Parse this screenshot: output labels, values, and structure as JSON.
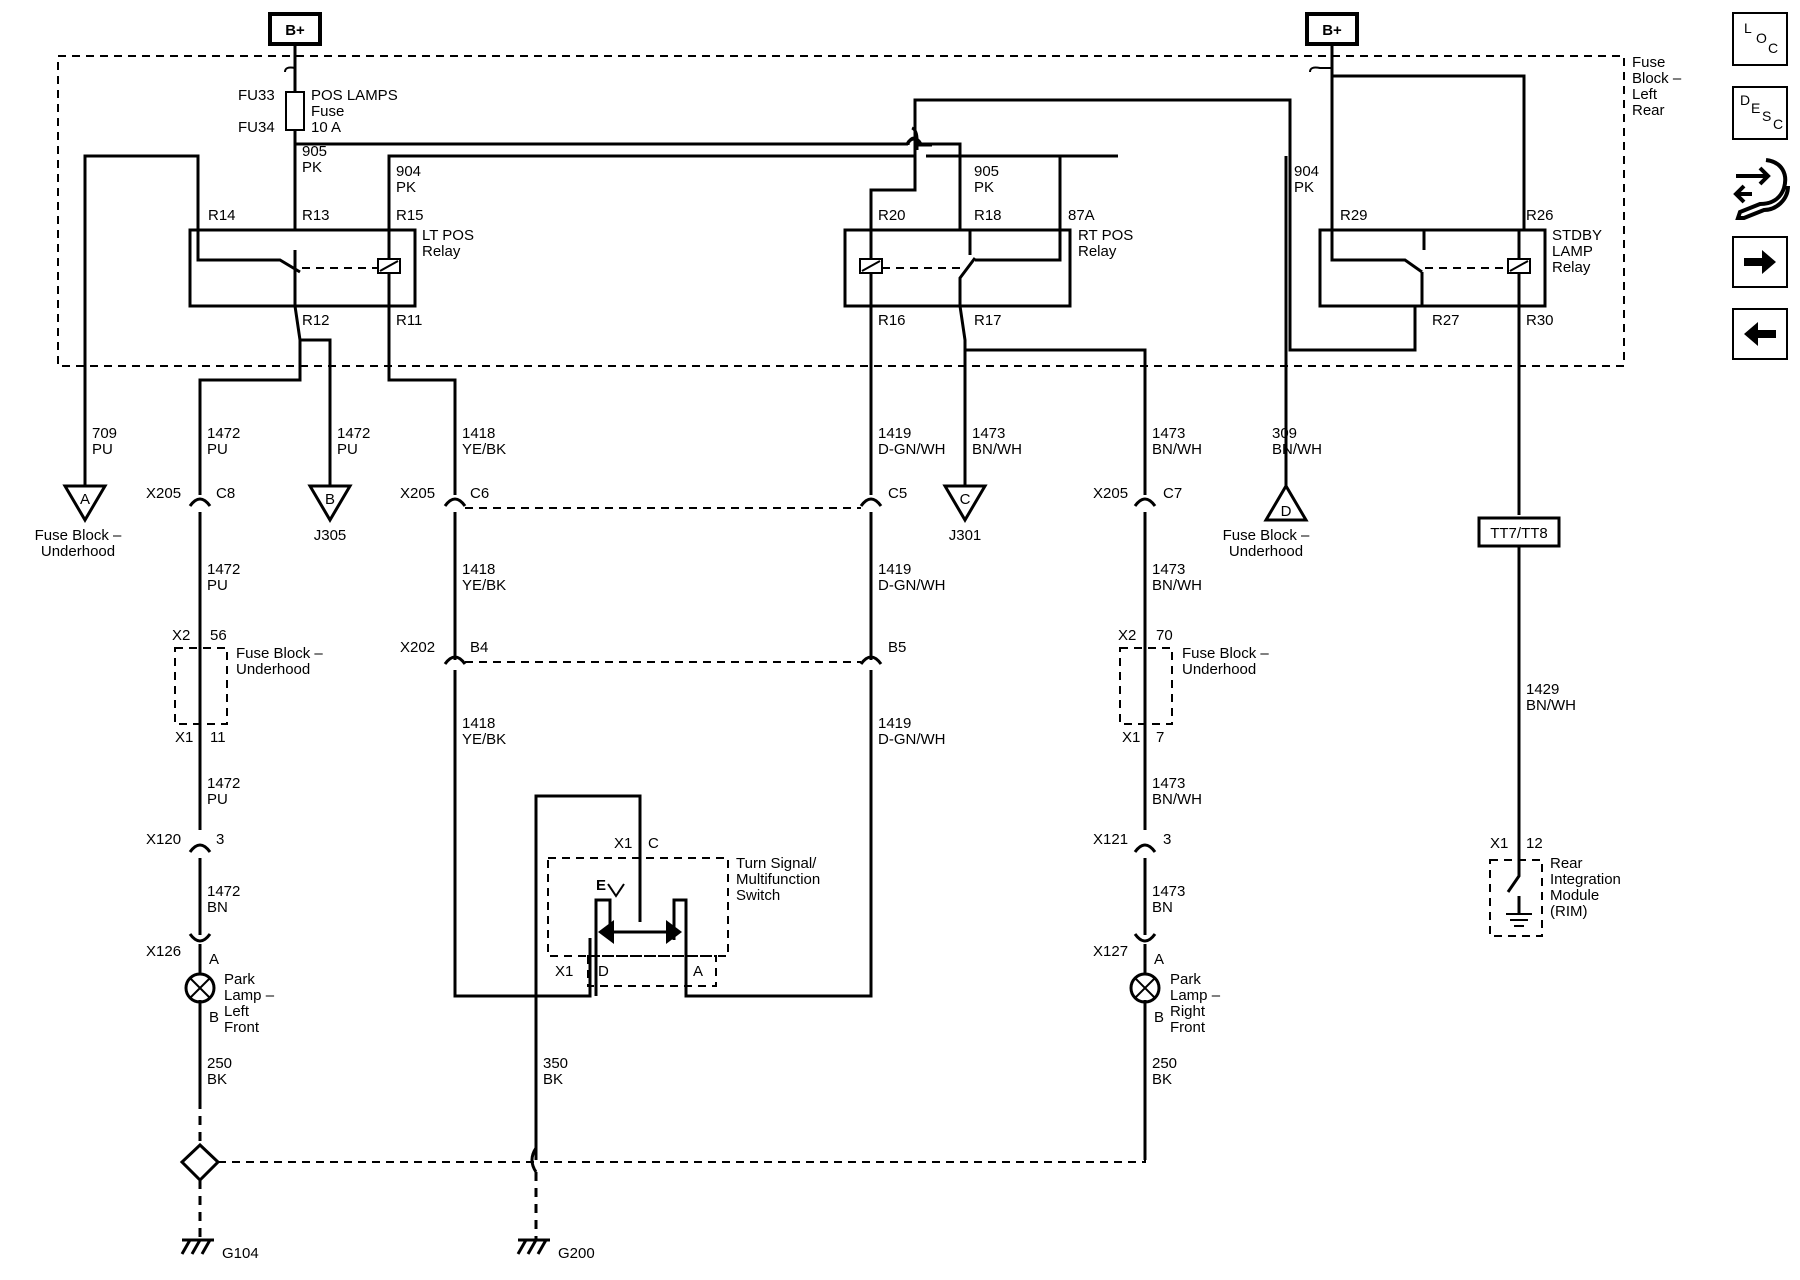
{
  "supply_labels": [
    "B+",
    "B+"
  ],
  "fuse_block_rear": [
    "Fuse",
    "Block –",
    "Left",
    "Rear"
  ],
  "fuse": {
    "id1": "FU33",
    "id2": "FU34",
    "name": [
      "POS LAMPS",
      "Fuse",
      "10 A"
    ]
  },
  "relays": {
    "lt": {
      "name": [
        "LT POS",
        "Relay"
      ],
      "pins": [
        "R14",
        "R13",
        "R15",
        "R12",
        "R11"
      ]
    },
    "rt": {
      "name": [
        "RT POS",
        "Relay"
      ],
      "pins": [
        "R20",
        "R18",
        "87A",
        "R16",
        "R17"
      ]
    },
    "stby": {
      "name": [
        "STDBY",
        "LAMP",
        "Relay"
      ],
      "pins": [
        "R29",
        "R26",
        "R27",
        "R30"
      ]
    }
  },
  "wires": {
    "w905a": [
      "905",
      "PK"
    ],
    "w904a": [
      "904",
      "PK"
    ],
    "w905b": [
      "905",
      "PK"
    ],
    "w904b": [
      "904",
      "PK"
    ],
    "w709": [
      "709",
      "PU"
    ],
    "w1472a": [
      "1472",
      "PU"
    ],
    "w1472b": [
      "1472",
      "PU"
    ],
    "w1418a": [
      "1418",
      "YE/BK"
    ],
    "w1419a": [
      "1419",
      "D-GN/WH"
    ],
    "w1473a": [
      "1473",
      "BN/WH"
    ],
    "w1473b": [
      "1473",
      "BN/WH"
    ],
    "w309": [
      "309",
      "BN/WH"
    ],
    "w1472c": [
      "1472",
      "PU"
    ],
    "w1418b": [
      "1418",
      "YE/BK"
    ],
    "w1419b": [
      "1419",
      "D-GN/WH"
    ],
    "w1473c": [
      "1473",
      "BN/WH"
    ],
    "w1418c": [
      "1418",
      "YE/BK"
    ],
    "w1419c": [
      "1419",
      "D-GN/WH"
    ],
    "w1472d": [
      "1472",
      "PU"
    ],
    "w1473d": [
      "1473",
      "BN/WH"
    ],
    "w1429": [
      "1429",
      "BN/WH"
    ],
    "w1472e": [
      "1472",
      "BN"
    ],
    "w1473e": [
      "1473",
      "BN"
    ],
    "w250a": [
      "250",
      "BK"
    ],
    "w350": [
      "350",
      "BK"
    ],
    "w250b": [
      "250",
      "BK"
    ]
  },
  "offpage": {
    "a": {
      "letter": "A",
      "dest": [
        "Fuse Block –",
        "Underhood"
      ]
    },
    "b": {
      "letter": "B",
      "dest": [
        "J305"
      ]
    },
    "c": {
      "letter": "C",
      "dest": [
        "J301"
      ]
    },
    "d": {
      "letter": "D",
      "dest": [
        "Fuse Block –",
        "Underhood"
      ]
    }
  },
  "connectors": {
    "x205": "X205",
    "c8": "C8",
    "c6": "C6",
    "c5": "C5",
    "c7": "C7",
    "x202": "X202",
    "b4": "B4",
    "b5": "B5",
    "x2": "X2",
    "p56": "56",
    "p70": "70",
    "x1": "X1",
    "p11": "11",
    "p7": "7",
    "x120": "X120",
    "x121": "X121",
    "p3": "3",
    "x126": "X126",
    "x127": "X127",
    "pa": "A",
    "pb": "B",
    "x1c": "X1",
    "pc": "C",
    "pd": "D",
    "pa2": "A",
    "p12": "12"
  },
  "components": {
    "fuse_underhood": [
      "Fuse Block –",
      "Underhood"
    ],
    "park_lf": [
      "Park",
      "Lamp –",
      "Left",
      "Front"
    ],
    "park_rf": [
      "Park",
      "Lamp –",
      "Right",
      "Front"
    ],
    "turn_switch": [
      "Turn Signal/",
      "Multifunction",
      "Switch"
    ],
    "rim": [
      "Rear",
      "Integration",
      "Module",
      "(RIM)"
    ],
    "tt": "TT7/TT8",
    "e_label": "E"
  },
  "grounds": [
    "G104",
    "G200"
  ],
  "nav": {
    "loc": [
      "L",
      "O",
      "C"
    ],
    "desc": [
      "D",
      "E",
      "S",
      "C"
    ]
  }
}
